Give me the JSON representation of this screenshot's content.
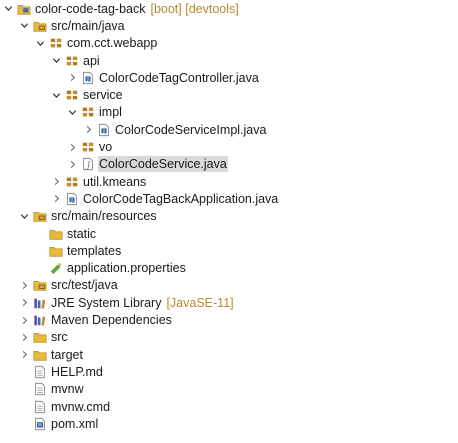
{
  "project": {
    "label": "color-code-tag-back",
    "decoration": "[boot] [devtools]"
  },
  "nodes": [
    {
      "label": "src/main/java",
      "icon": "source-folder-icon",
      "level": 1,
      "toggle": "expanded"
    },
    {
      "label": "com.cct.webapp",
      "icon": "package-icon",
      "level": 2,
      "toggle": "expanded"
    },
    {
      "label": "api",
      "icon": "package-icon",
      "level": 3,
      "toggle": "expanded"
    },
    {
      "label": "ColorCodeTagController.java",
      "icon": "java-file-icon",
      "level": 4,
      "toggle": "collapsed"
    },
    {
      "label": "service",
      "icon": "package-icon",
      "level": 3,
      "toggle": "expanded"
    },
    {
      "label": "impl",
      "icon": "package-icon",
      "level": 4,
      "toggle": "expanded"
    },
    {
      "label": "ColorCodeServiceImpl.java",
      "icon": "java-file-icon",
      "level": 5,
      "toggle": "collapsed"
    },
    {
      "label": "vo",
      "icon": "package-icon",
      "level": 4,
      "toggle": "collapsed"
    },
    {
      "label": "ColorCodeService.java",
      "icon": "java-interface-file-icon",
      "level": 4,
      "toggle": "collapsed",
      "selected": true
    },
    {
      "label": "util.kmeans",
      "icon": "package-icon",
      "level": 3,
      "toggle": "collapsed"
    },
    {
      "label": "ColorCodeTagBackApplication.java",
      "icon": "java-file-icon",
      "level": 3,
      "toggle": "collapsed"
    },
    {
      "label": "src/main/resources",
      "icon": "source-folder-icon",
      "level": 1,
      "toggle": "expanded"
    },
    {
      "label": "static",
      "icon": "folder-icon",
      "level": 2,
      "toggle": "none"
    },
    {
      "label": "templates",
      "icon": "folder-icon",
      "level": 2,
      "toggle": "none"
    },
    {
      "label": "application.properties",
      "icon": "properties-file-icon",
      "level": 2,
      "toggle": "none"
    },
    {
      "label": "src/test/java",
      "icon": "source-folder-icon",
      "level": 1,
      "toggle": "collapsed"
    },
    {
      "label": "JRE System Library",
      "decoration": "[JavaSE-11]",
      "icon": "library-icon",
      "level": 1,
      "toggle": "collapsed"
    },
    {
      "label": "Maven Dependencies",
      "icon": "library-icon",
      "level": 1,
      "toggle": "collapsed"
    },
    {
      "label": "src",
      "icon": "folder-icon",
      "level": 1,
      "toggle": "collapsed"
    },
    {
      "label": "target",
      "icon": "folder-icon",
      "level": 1,
      "toggle": "collapsed"
    },
    {
      "label": "HELP.md",
      "icon": "text-file-icon",
      "level": 1,
      "toggle": "none"
    },
    {
      "label": "mvnw",
      "icon": "text-file-icon",
      "level": 1,
      "toggle": "none"
    },
    {
      "label": "mvnw.cmd",
      "icon": "text-file-icon",
      "level": 1,
      "toggle": "none"
    },
    {
      "label": "pom.xml",
      "icon": "xml-file-icon",
      "level": 1,
      "toggle": "none"
    }
  ],
  "colors": {
    "decoration": "#b38a2d",
    "selection": "#d9d9d9",
    "folder": "#e8b93a",
    "package": "#b07a2a",
    "java": "#3a6fb0"
  }
}
